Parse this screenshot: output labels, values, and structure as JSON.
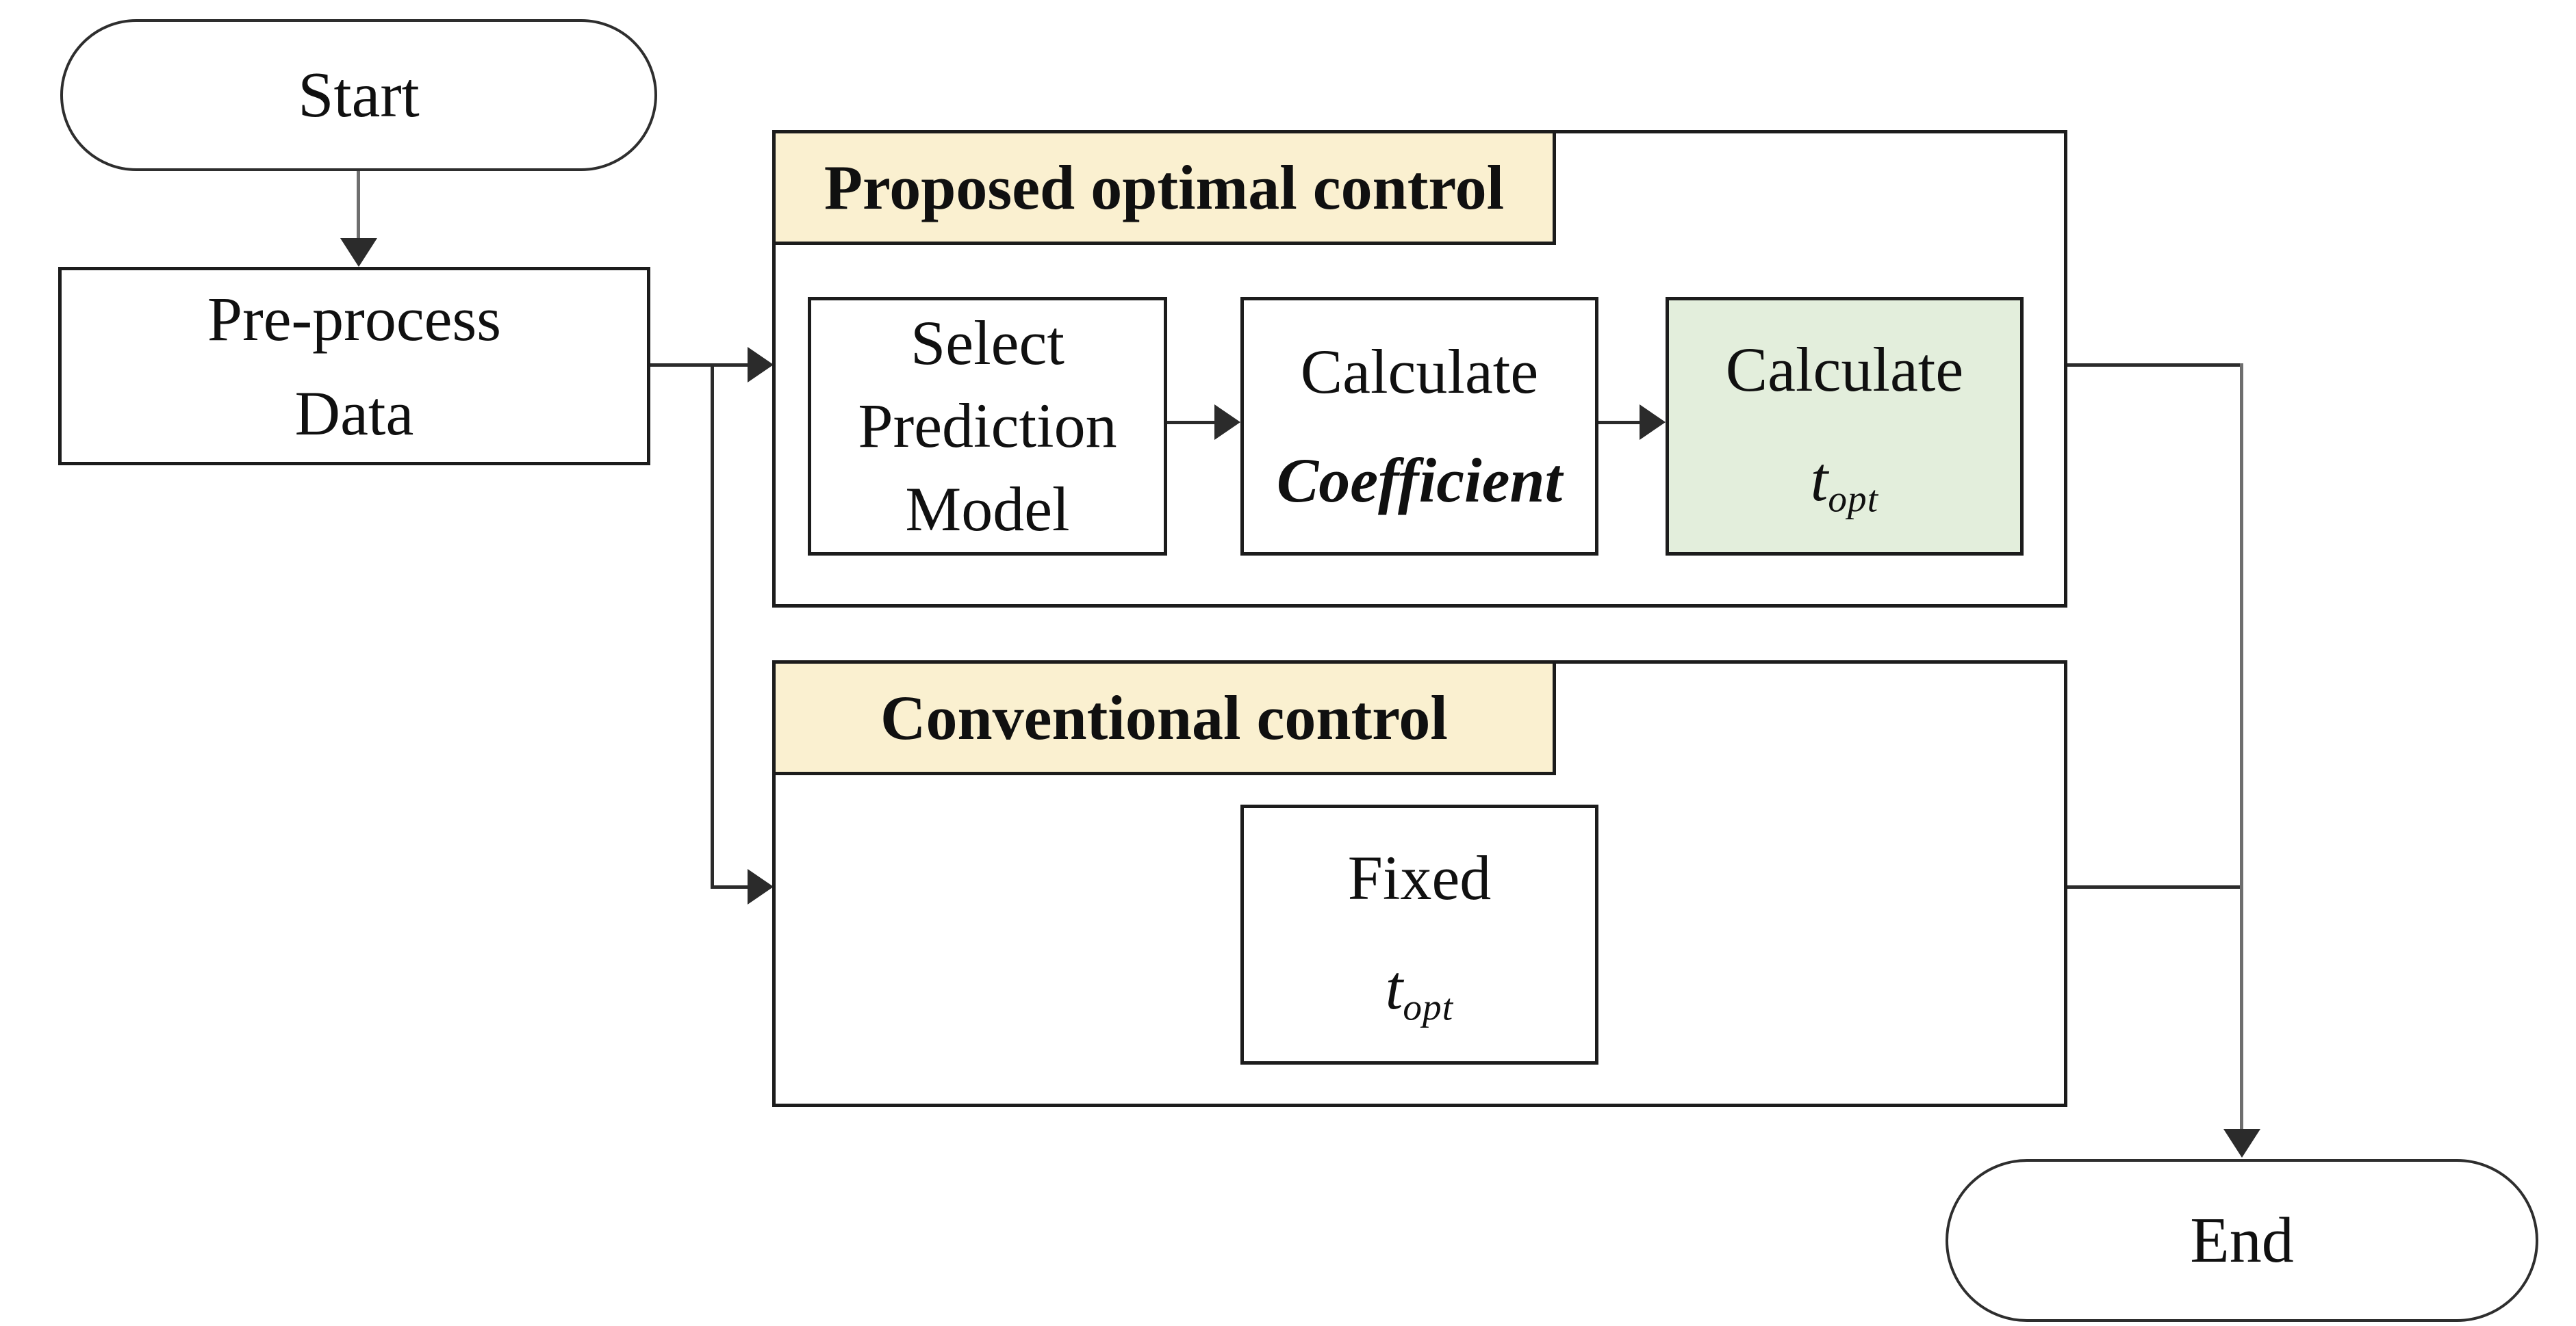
{
  "colors": {
    "section_header_bg": "#FAF0D0",
    "highlight_step_bg": "#E3EEDC",
    "border_color": "#1c1c1c",
    "connector_color": "#2b2b2b",
    "muted_connector_color": "#6e6e6e"
  },
  "nodes": {
    "start": {
      "label": "Start"
    },
    "preprocess": {
      "lines": [
        "Pre-process",
        "Data"
      ]
    },
    "end": {
      "label": "End"
    }
  },
  "sections": {
    "proposed": {
      "title": "Proposed optimal control",
      "steps": {
        "select_model": {
          "lines": [
            "Select",
            "Prediction",
            "Model"
          ]
        },
        "calc_coefficient": {
          "action": "Calculate",
          "object": "Coefficient"
        },
        "calc_topt": {
          "action": "Calculate",
          "var": "t",
          "var_sub": "opt"
        }
      }
    },
    "conventional": {
      "title": "Conventional control",
      "steps": {
        "fixed_topt": {
          "action": "Fixed",
          "var": "t",
          "var_sub": "opt"
        }
      }
    }
  }
}
